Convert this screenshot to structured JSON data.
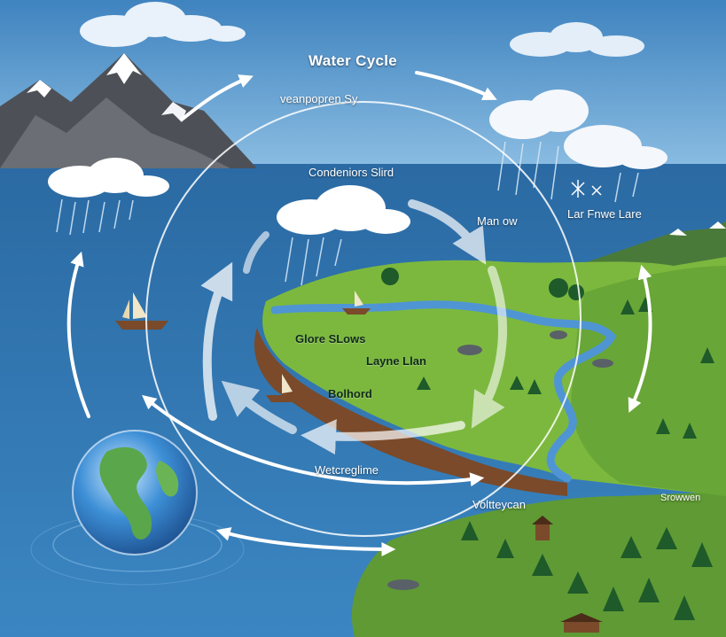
{
  "diagram": {
    "title": "Water Cycle",
    "labels": {
      "l1": "veanpopren  Sy",
      "l2": "Condeniors Slird",
      "l3": "Man ow",
      "l4": "Lar Fnwe Lare",
      "l5": "Glore SLows",
      "l6": "Layne Llan",
      "l7": "Bolhord",
      "l8": "Wetcreglime",
      "l9": "Voltteycan",
      "l10": "Srowwen"
    },
    "icons": [
      "cloud-icon",
      "mountain-icon",
      "sailboat-icon",
      "globe-icon",
      "pine-tree-icon",
      "rain-icon",
      "snowflake-icon",
      "cabin-icon"
    ],
    "colors": {
      "sky": "#6fa8d6",
      "ocean": "#2d6ea6",
      "land": "#7cb83e",
      "cliff": "#7a4a2a",
      "arrow": "#ffffff",
      "mountain": "#55585e"
    }
  }
}
